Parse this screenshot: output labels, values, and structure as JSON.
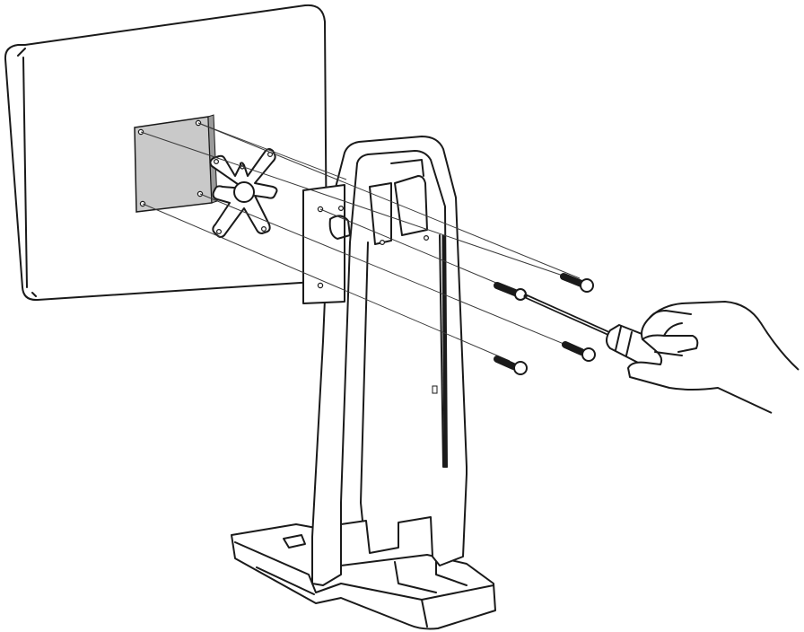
{
  "colors": {
    "line": "#1a1a1a",
    "mount_plate": "#c9c9c9",
    "screw_thread": "#1a1a1a",
    "background": "#ffffff"
  },
  "icons": [
    "monitor",
    "vesa-mount-plate",
    "spider-adapter",
    "stand-column",
    "stand-base",
    "screw",
    "screwdriver",
    "hand"
  ]
}
